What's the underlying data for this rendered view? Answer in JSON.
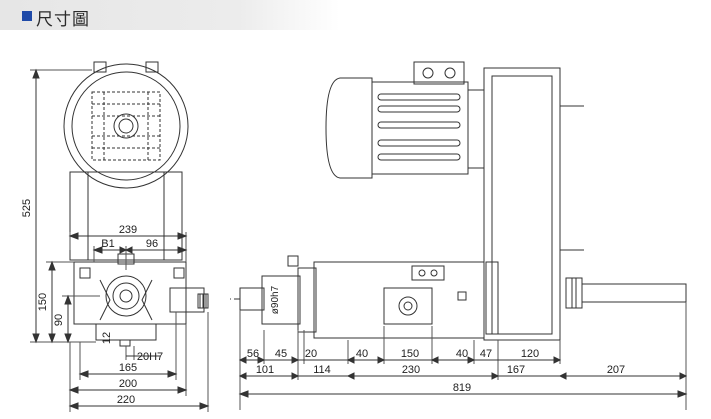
{
  "header": {
    "title": "尺寸圖"
  },
  "dimensions": {
    "front_height": "525",
    "front_width_top": "239",
    "front_b1": "B1",
    "front_96": "96",
    "front_150": "150",
    "front_90": "90",
    "front_12": "12",
    "front_20h7": "20H7",
    "front_165": "165",
    "front_200": "200",
    "front_220": "220",
    "side_spindle_dia": "ø90h7",
    "side_56": "56",
    "side_45": "45",
    "side_20": "20",
    "side_40a": "40",
    "side_150": "150",
    "side_40b": "40",
    "side_47": "47",
    "side_120": "120",
    "side_101": "101",
    "side_114": "114",
    "side_230": "230",
    "side_167": "167",
    "side_207": "207",
    "side_819": "819"
  }
}
